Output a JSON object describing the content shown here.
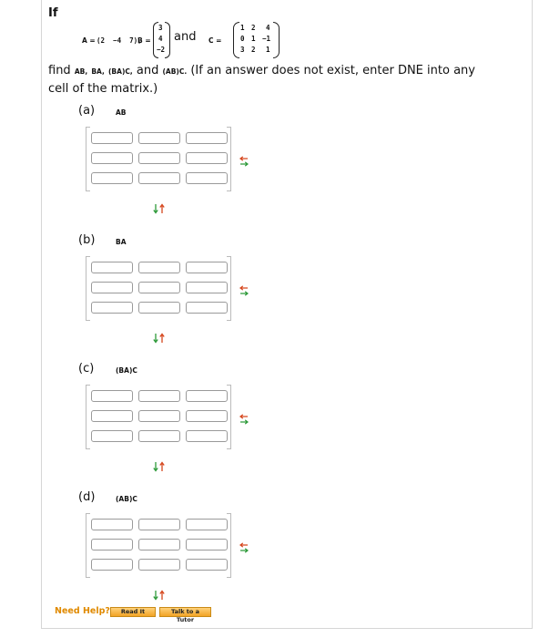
{
  "intro": "If",
  "given": {
    "a_label": "A =",
    "a_value": "(2  −4  7),",
    "b_label": "B =",
    "b_entries": [
      "3",
      "4",
      "−2"
    ],
    "and_text": "and",
    "c_label": "C =",
    "c_entries": [
      [
        "1",
        "2",
        "4"
      ],
      [
        "0",
        "1",
        "−1"
      ],
      [
        "3",
        "2",
        "1"
      ]
    ]
  },
  "prompt": {
    "find": "find",
    "items": [
      "AB,",
      "BA,",
      "(BA)C,"
    ],
    "and": "and",
    "last": "(AB)C.",
    "tail": "(If an answer does not exist, enter DNE into any",
    "line2": "cell of the matrix.)"
  },
  "parts": [
    {
      "label": "(a)",
      "expr": "AB"
    },
    {
      "label": "(b)",
      "expr": "BA"
    },
    {
      "label": "(c)",
      "expr": "(BA)C"
    },
    {
      "label": "(d)",
      "expr": "(AB)C"
    }
  ],
  "footer": {
    "need_help": "Need Help?",
    "read_it": "Read It",
    "talk_to_tutor": "Talk to a Tutor"
  },
  "colors": {
    "arrow_green": "#2e9a3a",
    "arrow_red": "#d6481f",
    "help_orange": "#e08a00"
  }
}
